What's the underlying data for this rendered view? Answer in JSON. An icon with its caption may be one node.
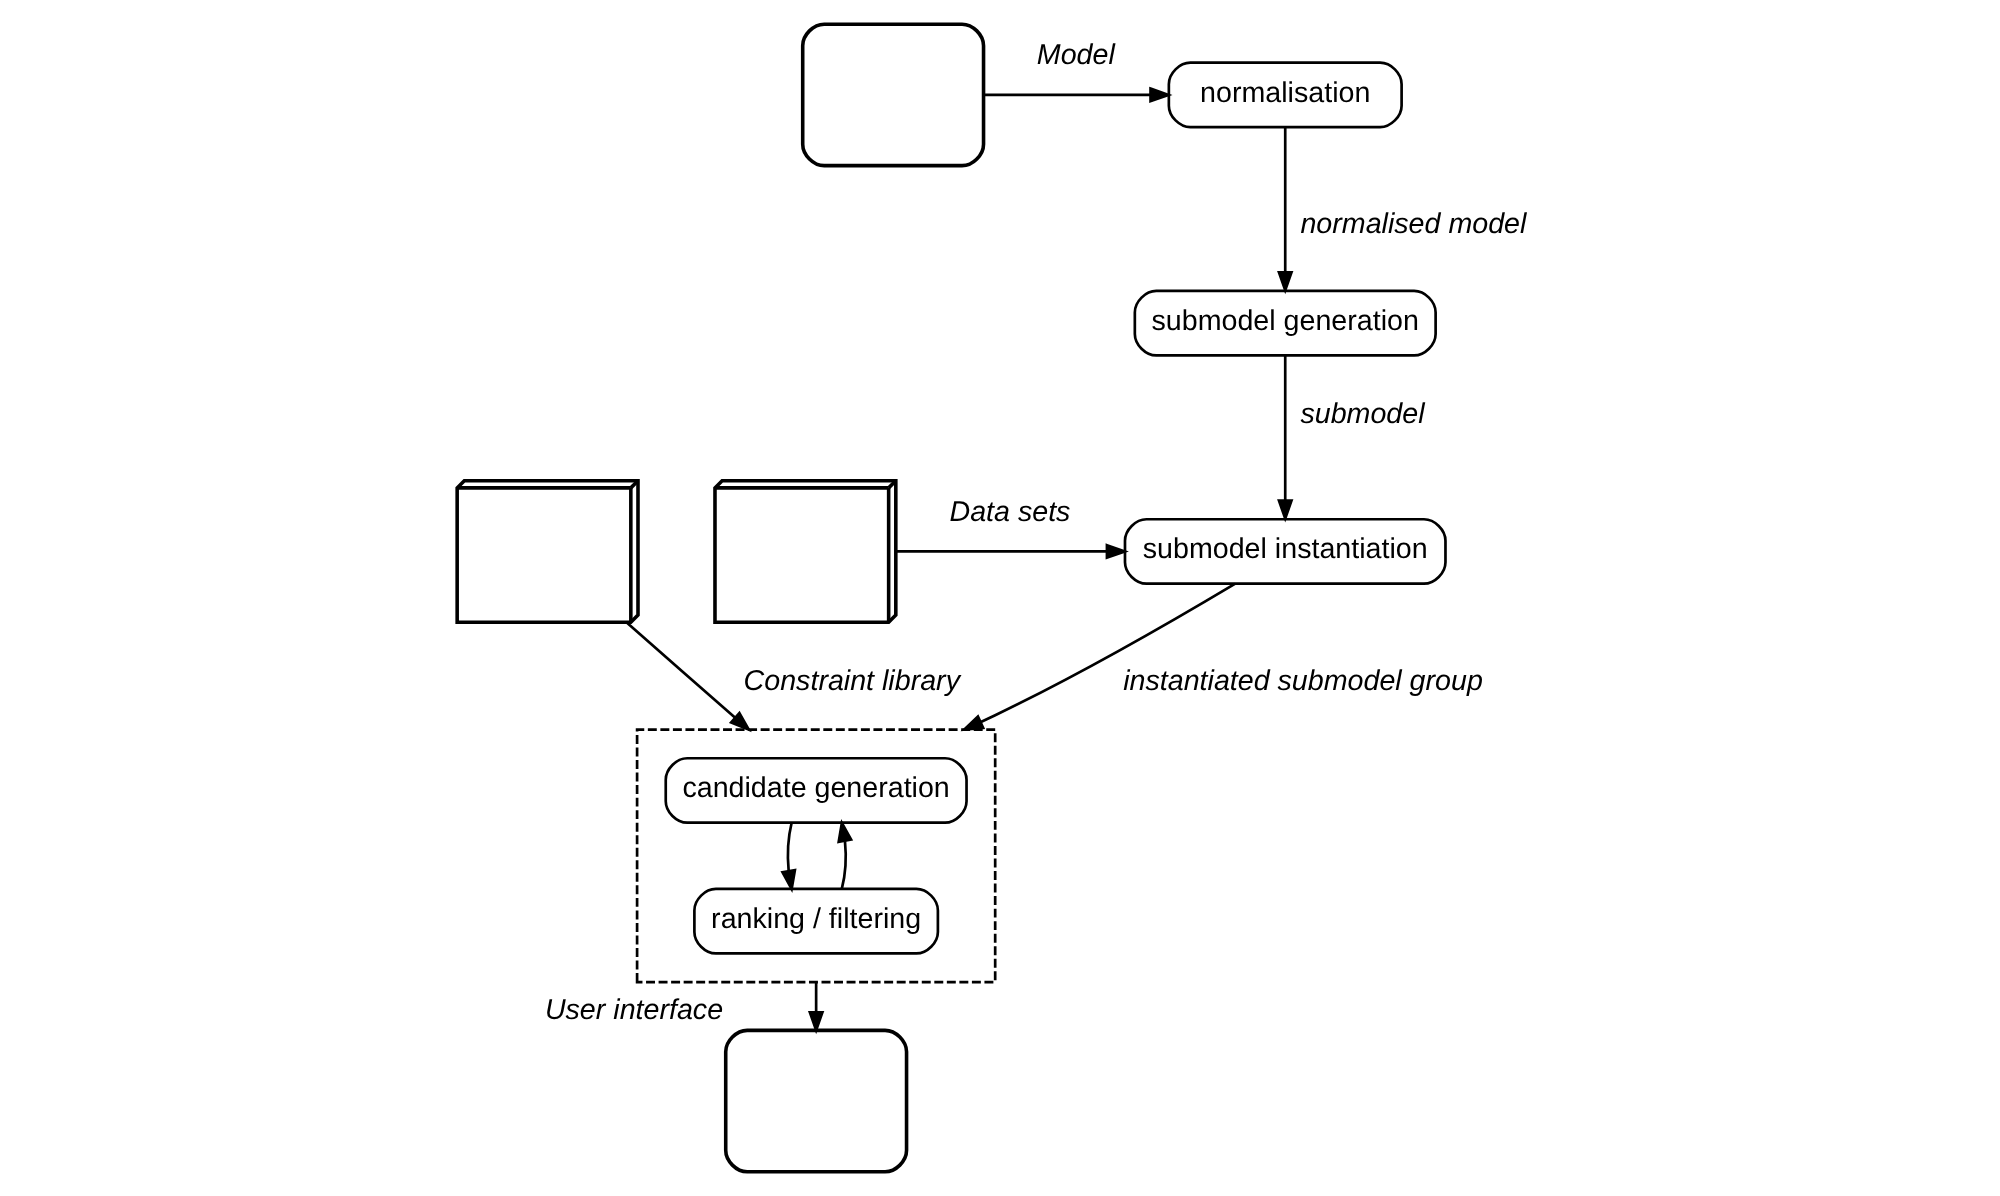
{
  "diagram": {
    "nodes": [
      {
        "text": [],
        "shape": "box"
      },
      {
        "text": [
          "normalisation"
        ]
      },
      {
        "text": [
          "submodel generation"
        ]
      },
      {
        "text": [],
        "shape": "box"
      },
      {
        "text": [
          "submodel instantiation"
        ]
      },
      {
        "text": [],
        "shape": "box"
      },
      {
        "text": [
          "candidate generation"
        ],
        "in": 5
      },
      {
        "text": [
          "ranking / filtering"
        ],
        "in": 5
      },
      {
        "text": [],
        "shape": "box",
        "beside": [
          "User interface"
        ]
      },
      {
        "text": [],
        "shape": "box"
      }
    ],
    "edges": [
      {
        "from": 0,
        "to": 1,
        "arrow": "to",
        "label": "Model"
      },
      {
        "from": 1,
        "to": 2,
        "arrow": "to",
        "label": "normalised model"
      },
      {
        "from": 2,
        "to": 4,
        "arrow": "to",
        "label": "submodel"
      },
      {
        "from": 3,
        "to": 4,
        "arrow": "to",
        "label": "Data sets"
      },
      {
        "from": 4,
        "to": 5,
        "arrow": "to",
        "label": "instantiated submodel group"
      },
      {
        "from": 6,
        "to": 7,
        "arrow": "to"
      },
      {
        "from": 7,
        "to": 6,
        "arrow": "to"
      },
      {
        "from": 9,
        "to": 5,
        "arrow": "to",
        "label": "Constraint library"
      },
      {
        "from": 5,
        "to": 8,
        "arrow": "to"
      }
    ]
  }
}
